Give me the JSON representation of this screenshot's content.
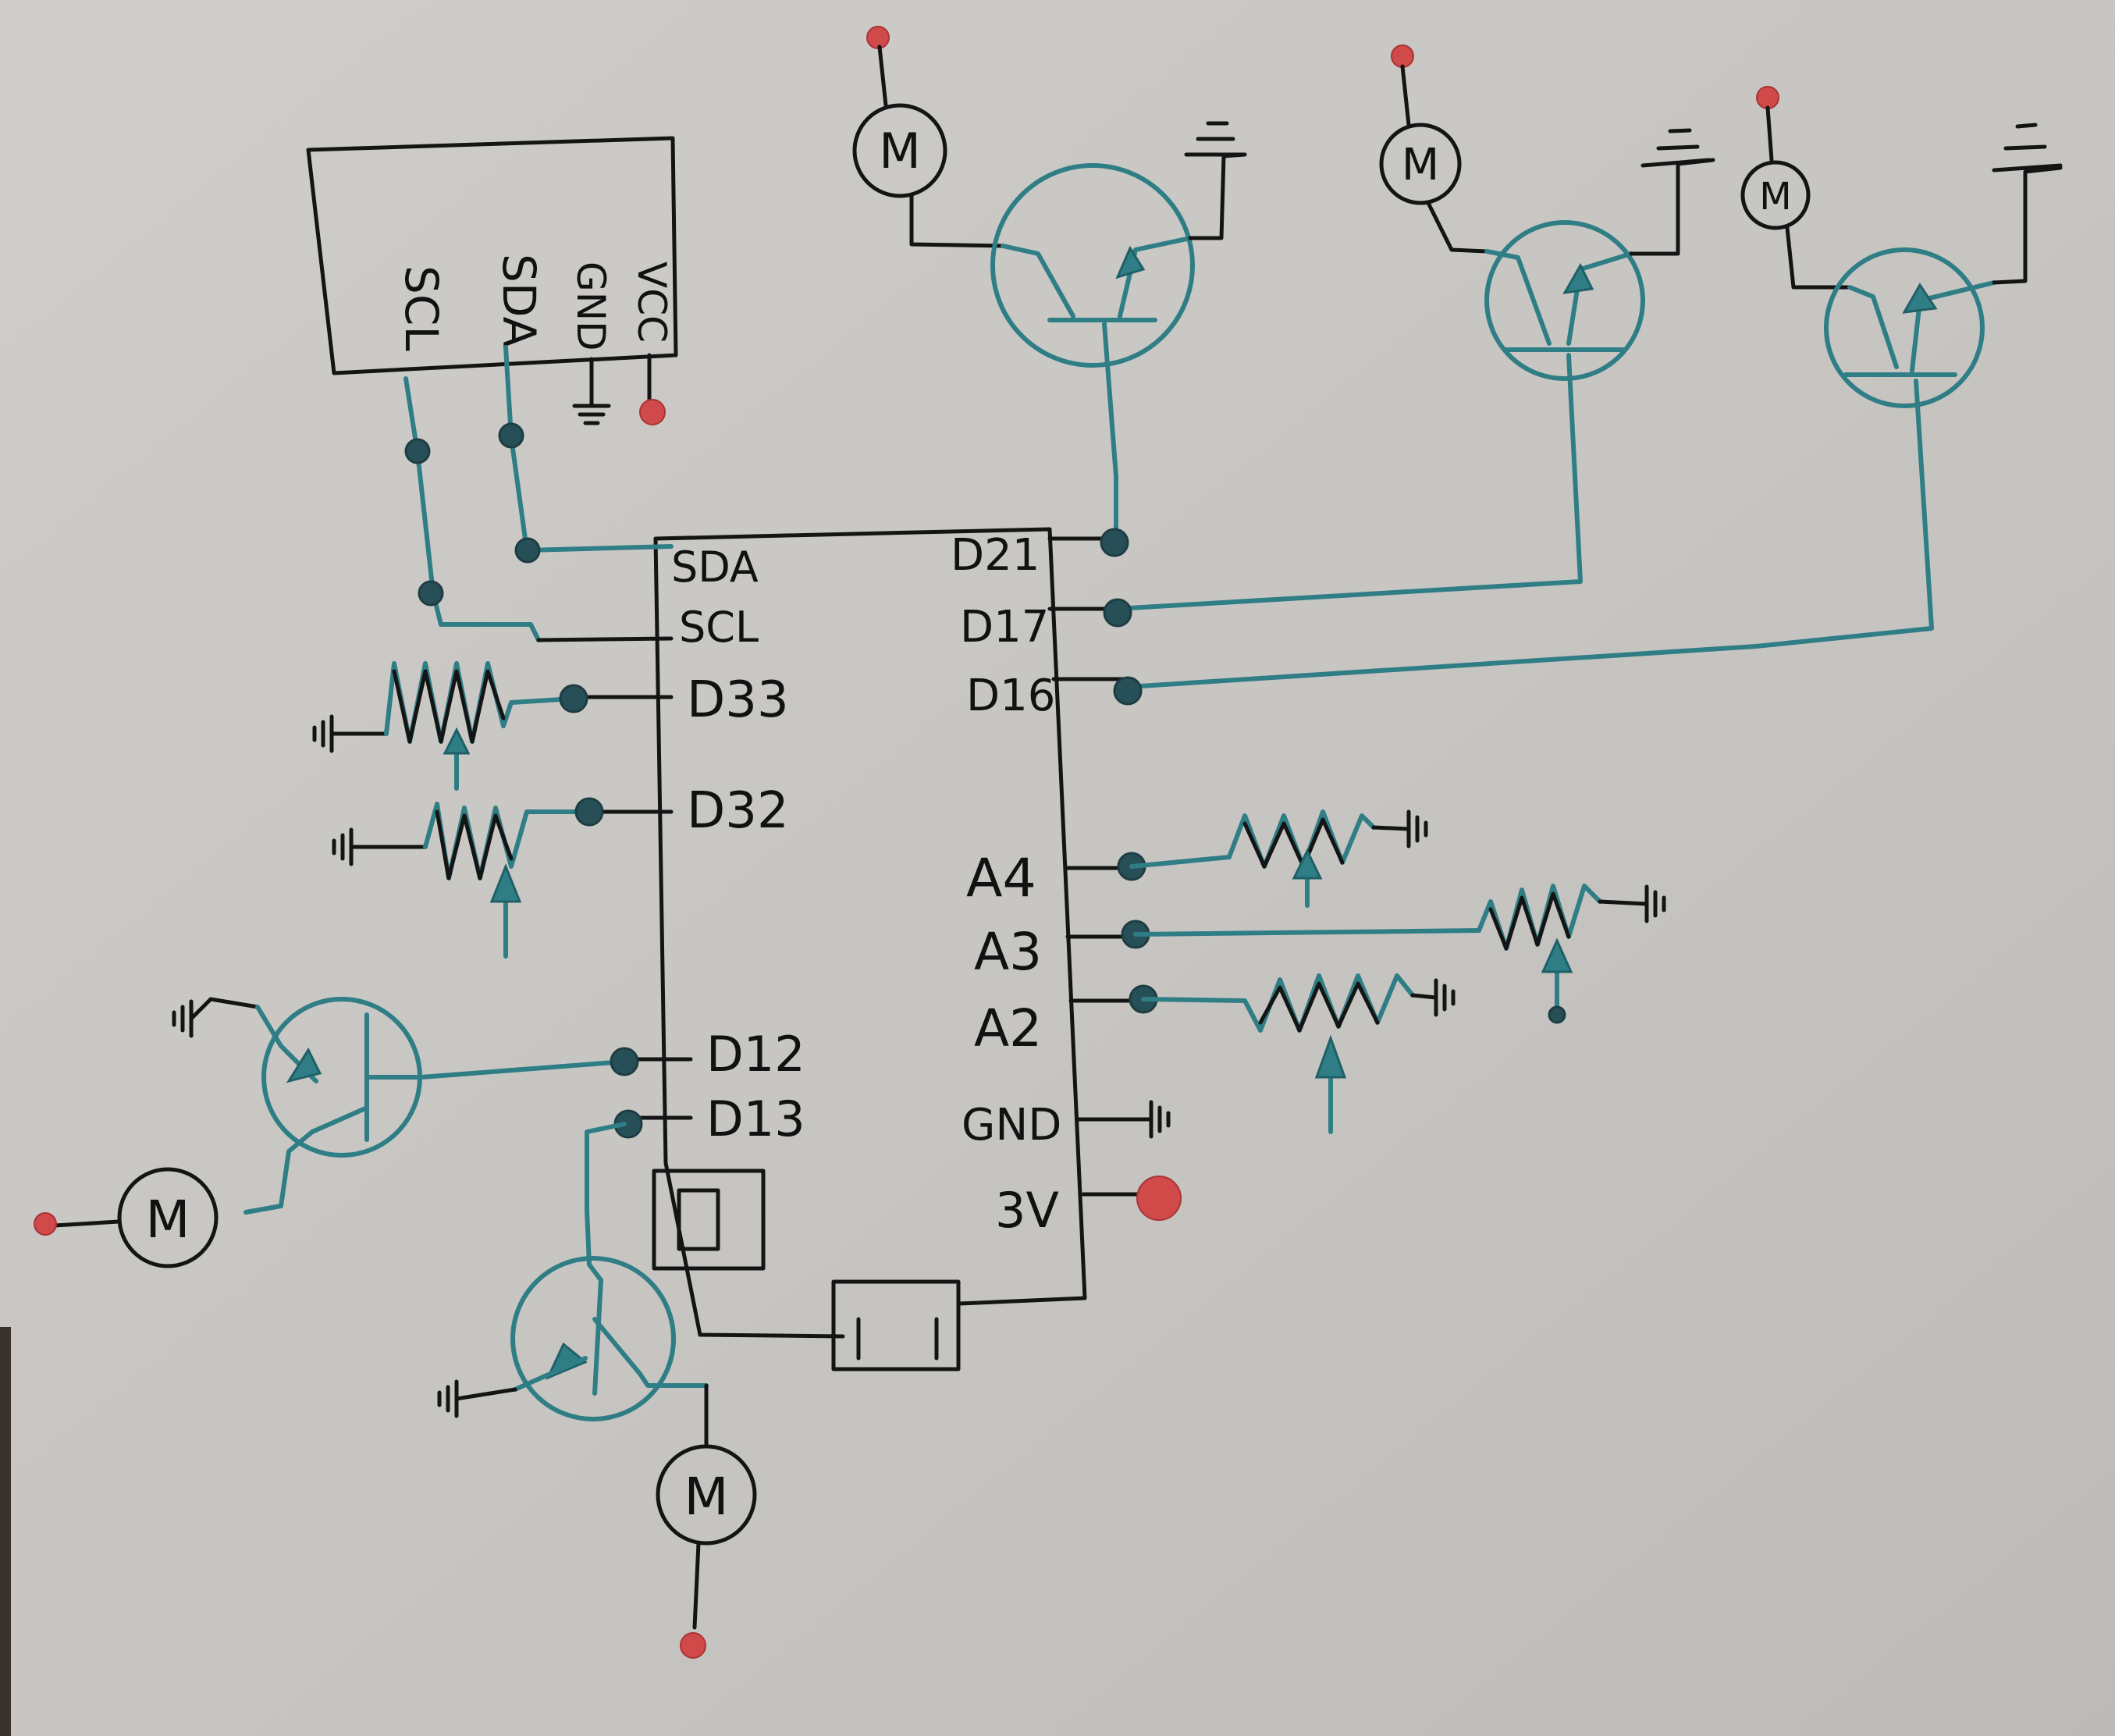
{
  "sensor": {
    "pins": [
      "SCL",
      "SDA",
      "GND",
      "VCC"
    ]
  },
  "mcu": {
    "left_pins": [
      "SDA",
      "SCL",
      "D33",
      "D32",
      "D12",
      "D13"
    ],
    "right_pins": [
      "D21",
      "D17",
      "D16",
      "A4",
      "A3",
      "A2",
      "GND",
      "3V"
    ]
  },
  "motor_label": "M",
  "colors": {
    "paper": "#c9c7c3",
    "ink": "#141414",
    "teal_ink": "#2f7e86",
    "red_dot": "#d14a4a"
  }
}
